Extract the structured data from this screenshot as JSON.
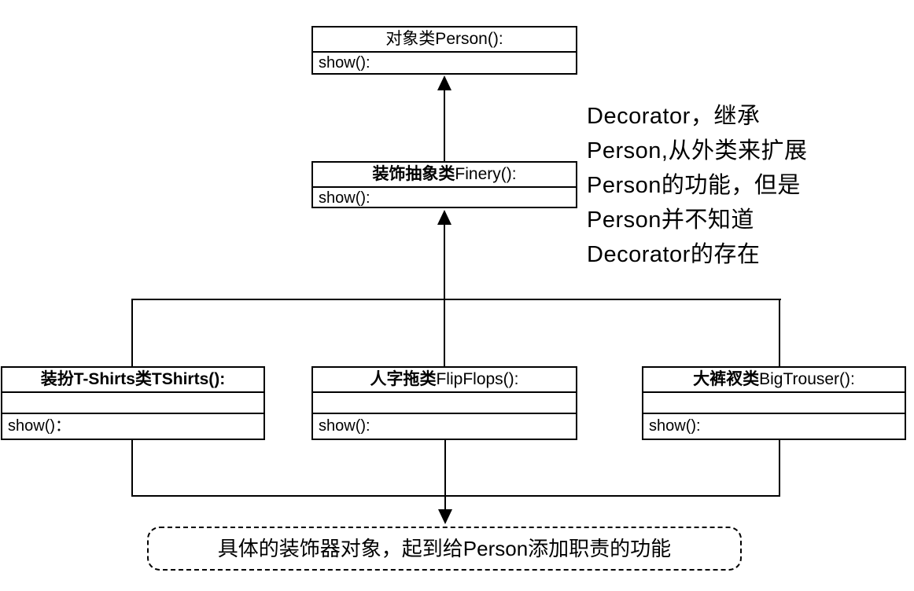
{
  "diagram": {
    "background_color": "#ffffff",
    "line_color": "#000000",
    "classes": {
      "person": {
        "title_bold": "",
        "title_regular": "对象类Person():",
        "method": "show():"
      },
      "finery": {
        "title_bold": "装饰抽象类",
        "title_regular": "Finery():",
        "method": "show():"
      },
      "tshirts": {
        "title_bold": "装扮T-Shirts类TShirts():",
        "title_regular": "",
        "method": "show()："
      },
      "flipflops": {
        "title_bold": "人字拖类",
        "title_regular": "FlipFlops():",
        "method": "show():"
      },
      "bigtrouser": {
        "title_bold": "大裤衩类",
        "title_regular": "BigTrouser():",
        "method": "show():"
      }
    },
    "annotation": {
      "lines": [
        "Decorator，继承",
        "Person,从外类来扩展",
        "Person的功能，但是",
        "Person并不知道",
        "Decorator的存在"
      ]
    },
    "note": {
      "text": "具体的装饰器对象，起到给Person添加职责的功能"
    }
  }
}
